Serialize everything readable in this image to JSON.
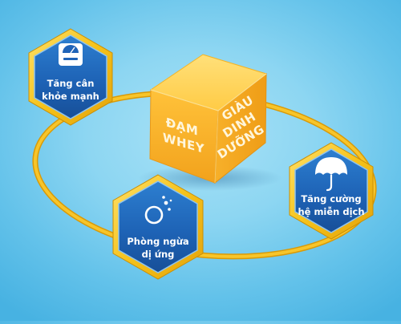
{
  "center_cube": {
    "front_line_1": "ĐẠM",
    "front_line_2": "WHEY",
    "side_line_1": "GIÀU",
    "side_line_2": "DINH",
    "side_line_3": "DƯỠNG"
  },
  "benefits": [
    {
      "icon": "scale-icon",
      "line_1": "Tăng cân",
      "line_2": "khỏe mạnh"
    },
    {
      "icon": "umbrella-icon",
      "line_1": "Tăng cường",
      "line_2": "hệ miễn dịch"
    },
    {
      "icon": "allergy-icon",
      "line_1": "Phòng ngừa",
      "line_2": "dị ứng"
    }
  ],
  "colors": {
    "background": "#8dd6f2",
    "hex_blue": "#1f63b8",
    "hex_border": "#f5c21a",
    "ring": "#f2bb14",
    "cube_front": "#f7b52b",
    "cube_side": "#f4a51a",
    "cube_top": "#ffcf4d"
  }
}
